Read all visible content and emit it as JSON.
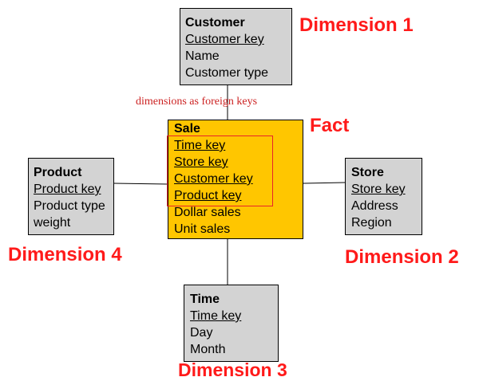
{
  "customer": {
    "title": "Customer",
    "key": "Customer key",
    "attrs": [
      "Name",
      "Customer type"
    ],
    "label": "Dimension 1"
  },
  "store": {
    "title": "Store",
    "key": "Store key",
    "attrs": [
      "Address",
      "Region"
    ],
    "label": "Dimension 2"
  },
  "time": {
    "title": "Time",
    "key": "Time key",
    "attrs": [
      "Day",
      "Month"
    ],
    "label": "Dimension 3"
  },
  "product": {
    "title": "Product",
    "key": "Product key",
    "attrs": [
      "Product type",
      "weight"
    ],
    "label": "Dimension 4"
  },
  "sale": {
    "title": "Sale",
    "label": "Fact",
    "keys": [
      "Time key",
      "Store key",
      "Customer key",
      "Product key"
    ],
    "measures": [
      "Dollar sales",
      "Unit sales"
    ]
  },
  "annotation": "dimensions as foreign keys",
  "colors": {
    "dimension_fill": "#d3d3d3",
    "fact_fill": "#ffc600",
    "label_red": "#ff1a1a",
    "annotation_red": "#cc2222"
  }
}
